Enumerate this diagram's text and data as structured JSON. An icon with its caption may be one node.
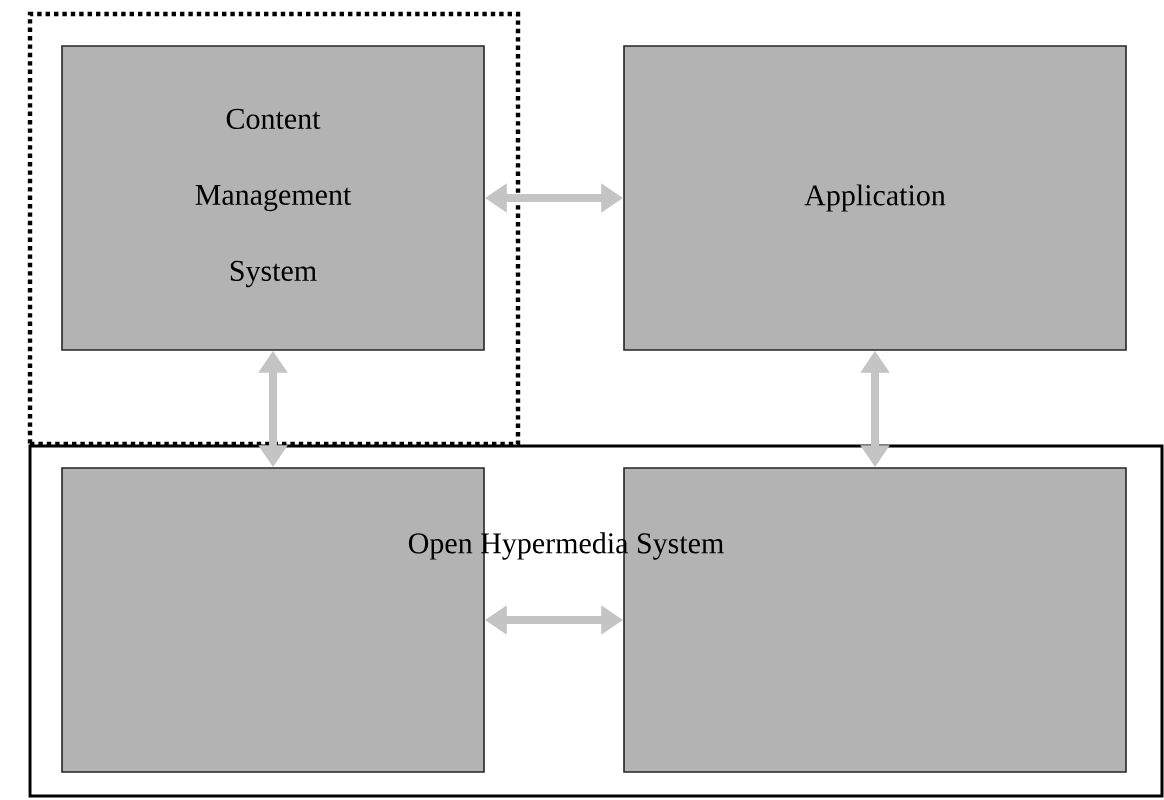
{
  "diagram": {
    "nodes": [
      {
        "text": [],
        "shape": "box"
      },
      {
        "text": [
          "Content Management System"
        ],
        "in": 0
      },
      {
        "text": [
          "Application"
        ]
      },
      {
        "text": [
          "Open Hypermedia System"
        ]
      },
      {
        "text": [],
        "shape": "box",
        "in": 3
      },
      {
        "text": [],
        "shape": "box",
        "in": 3
      }
    ],
    "edges": [
      {
        "from": 1,
        "to": 2,
        "arrow": "both"
      },
      {
        "from": 1,
        "to": 4,
        "arrow": "both"
      },
      {
        "from": 2,
        "to": 5,
        "arrow": "both"
      },
      {
        "from": 4,
        "to": 5,
        "arrow": "both"
      }
    ]
  }
}
